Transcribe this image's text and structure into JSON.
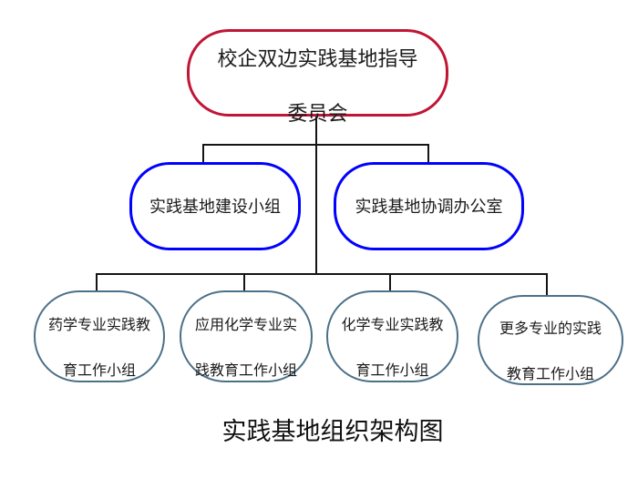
{
  "diagram": {
    "caption": "实践基地组织架构图",
    "root": {
      "name": "校企双边实践基地指导委员会",
      "line1": "校企双边实践基地指导",
      "line2": "委员会"
    },
    "level2": [
      {
        "label": "实践基地建设小组"
      },
      {
        "label": "实践基地协调办公室"
      }
    ],
    "level3": [
      {
        "name": "药学专业实践教育工作小组",
        "line1": "药学专业实践教",
        "line2": "育工作小组"
      },
      {
        "name": "应用化学专业实践教育工作小组",
        "line1": "应用化学专业实",
        "line2": "践教育工作小组"
      },
      {
        "name": "化学专业实践教育工作小组",
        "line1": "化学专业实践教",
        "line2": "育工作小组"
      },
      {
        "name": "更多专业的实践教育工作小组",
        "line1": "更多专业的实践",
        "line2": "教育工作小组"
      }
    ],
    "colors": {
      "root_border": "#c01535",
      "level2_border": "#0101fe",
      "level3_border": "#4c7088",
      "connector": "#141414",
      "background": "#ffffff",
      "text": "#1b1b1b"
    }
  }
}
